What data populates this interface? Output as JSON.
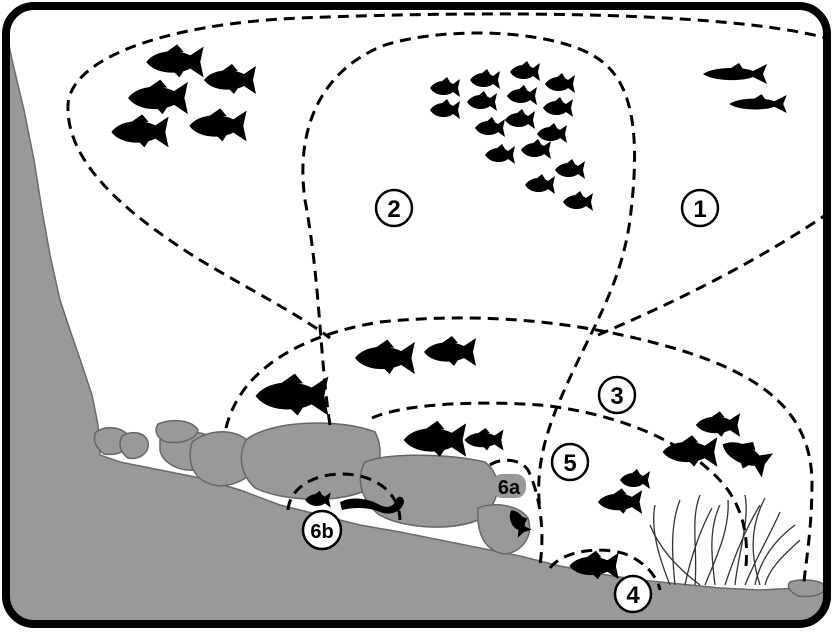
{
  "zones": [
    {
      "id": "1",
      "label": "1"
    },
    {
      "id": "2",
      "label": "2"
    },
    {
      "id": "3",
      "label": "3"
    },
    {
      "id": "4",
      "label": "4"
    },
    {
      "id": "5",
      "label": "5"
    },
    {
      "id": "6a",
      "label": "6a"
    },
    {
      "id": "6b",
      "label": "6b"
    }
  ],
  "colors": {
    "frame": "#000000",
    "water": "#ffffff",
    "rock": "#999999",
    "rock_outline": "#666666",
    "boundary": "#000000",
    "fish": "#000000"
  }
}
